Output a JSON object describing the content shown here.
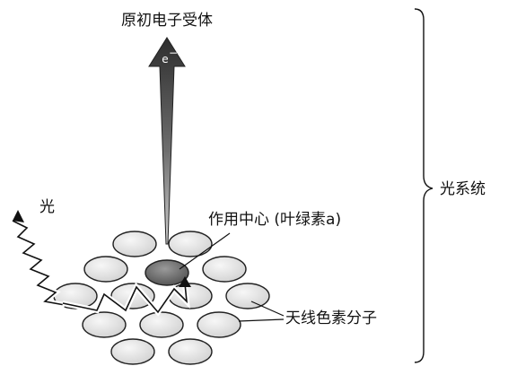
{
  "labels": {
    "primary_acceptor": "原初电子受体",
    "electron": "e",
    "electron_charge": "−",
    "light": "光",
    "reaction_center": "作用中心 (叶绿素a)",
    "antenna": "天线色素分子",
    "photosystem": "光系统"
  },
  "colors": {
    "ink": "#111111",
    "ellipse_fill": "#e6e6e6",
    "center_fill_dark": "#6a6a6a",
    "arrow_dark": "#3a3a3a",
    "arrow_light": "#c8c8c8"
  }
}
